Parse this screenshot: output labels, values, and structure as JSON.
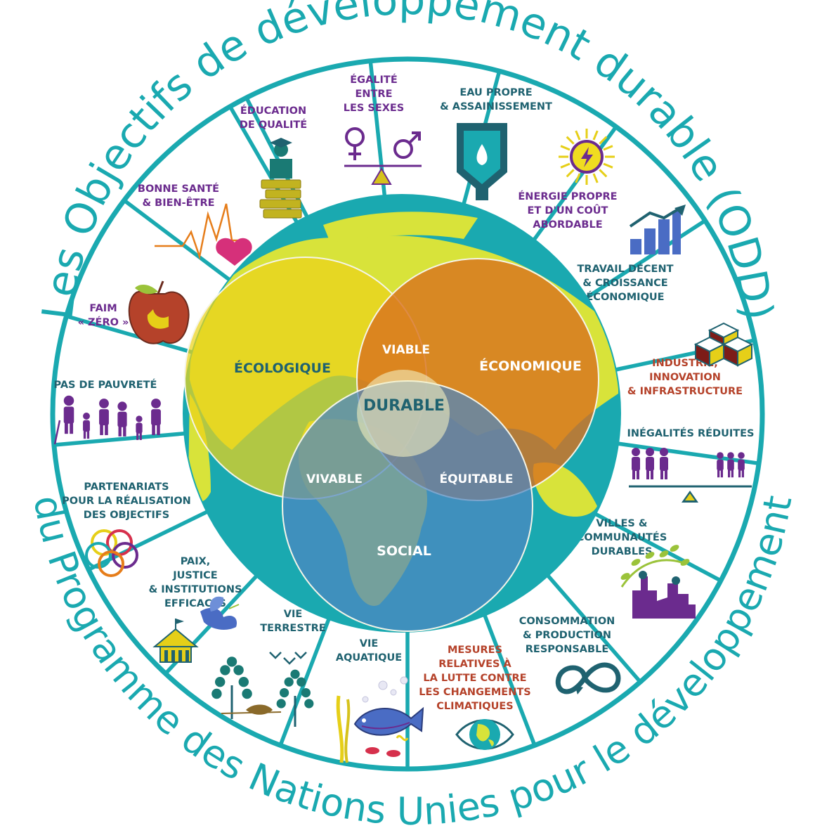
{
  "title_top": "Les Objectifs de développement durable (ODD)",
  "title_bottom": "du Programme des Nations Unies pour le développement",
  "colors": {
    "ring": "#1aa9b0",
    "purple": "#6b2b8e",
    "teal_dark": "#1f6270",
    "brown": "#b5422a",
    "ecologique": "#ecd21a",
    "economique": "#d8701e",
    "social": "#4d86c2",
    "ocean": "#1aa9b0",
    "land": "#d8e33a"
  },
  "goals": [
    {
      "lines": [
        "ÉGALITÉ",
        "ENTRE",
        "LES SEXES"
      ],
      "color": "#6b2b8e",
      "icon": "gender-equality-icon"
    },
    {
      "lines": [
        "EAU PROPRE",
        "& ASSAINISSEMENT"
      ],
      "color": "#1f6270",
      "icon": "water-drop-icon"
    },
    {
      "lines": [
        "ÉNERGIE PROPRE",
        "ET D'UN COÛT",
        "ABORDABLE"
      ],
      "color": "#6b2b8e",
      "icon": "sun-energy-icon"
    },
    {
      "lines": [
        "TRAVAIL DÉCENT",
        "& CROISSANCE",
        "ÉCONOMIQUE"
      ],
      "color": "#1f6270",
      "icon": "growth-chart-icon"
    },
    {
      "lines": [
        "INDUSTRIE,",
        "INNOVATION",
        "& INFRASTRUCTURE"
      ],
      "color": "#b5422a",
      "icon": "cubes-icon"
    },
    {
      "lines": [
        "INÉGALITÉS RÉDUITES"
      ],
      "color": "#1f6270",
      "icon": "balance-people-icon"
    },
    {
      "lines": [
        "VILLES &",
        "COMMUNAUTÉS",
        "DURABLES"
      ],
      "color": "#1f6270",
      "icon": "city-icon"
    },
    {
      "lines": [
        "CONSOMMATION",
        "& PRODUCTION",
        "RESPONSABLE"
      ],
      "color": "#1f6270",
      "icon": "infinity-icon"
    },
    {
      "lines": [
        "MESURES",
        "RELATIVES À",
        "LA LUTTE CONTRE",
        "LES CHANGEMENTS",
        "CLIMATIQUES"
      ],
      "color": "#b5422a",
      "icon": "eye-globe-icon"
    },
    {
      "lines": [
        "VIE",
        "AQUATIQUE"
      ],
      "color": "#1f6270",
      "icon": "fish-icon"
    },
    {
      "lines": [
        "VIE",
        "TERRESTRE"
      ],
      "color": "#1f6270",
      "icon": "trees-icon"
    },
    {
      "lines": [
        "PAIX,",
        "JUSTICE",
        "& INSTITUTIONS",
        "EFFICACES"
      ],
      "color": "#1f6270",
      "icon": "dove-icon"
    },
    {
      "lines": [
        "PARTENARIATS",
        "POUR LA RÉALISATION",
        "DES OBJECTIFS"
      ],
      "color": "#1f6270",
      "icon": "rings-icon"
    },
    {
      "lines": [
        "PAS DE PAUVRETÉ"
      ],
      "color": "#1f6270",
      "icon": "family-icon"
    },
    {
      "lines": [
        "FAIM",
        "« ZÉRO »"
      ],
      "color": "#6b2b8e",
      "icon": "apple-icon"
    },
    {
      "lines": [
        "BONNE SANTÉ",
        "& BIEN-ÊTRE"
      ],
      "color": "#6b2b8e",
      "icon": "heart-pulse-icon"
    },
    {
      "lines": [
        "ÉDUCATION",
        "DE QUALITÉ"
      ],
      "color": "#6b2b8e",
      "icon": "graduate-books-icon"
    }
  ],
  "venn": {
    "ecologique": "ÉCOLOGIQUE",
    "economique": "ÉCONOMIQUE",
    "social": "SOCIAL",
    "viable": "VIABLE",
    "vivable": "VIVABLE",
    "equitable": "ÉQUITABLE",
    "durable": "DURABLE"
  }
}
